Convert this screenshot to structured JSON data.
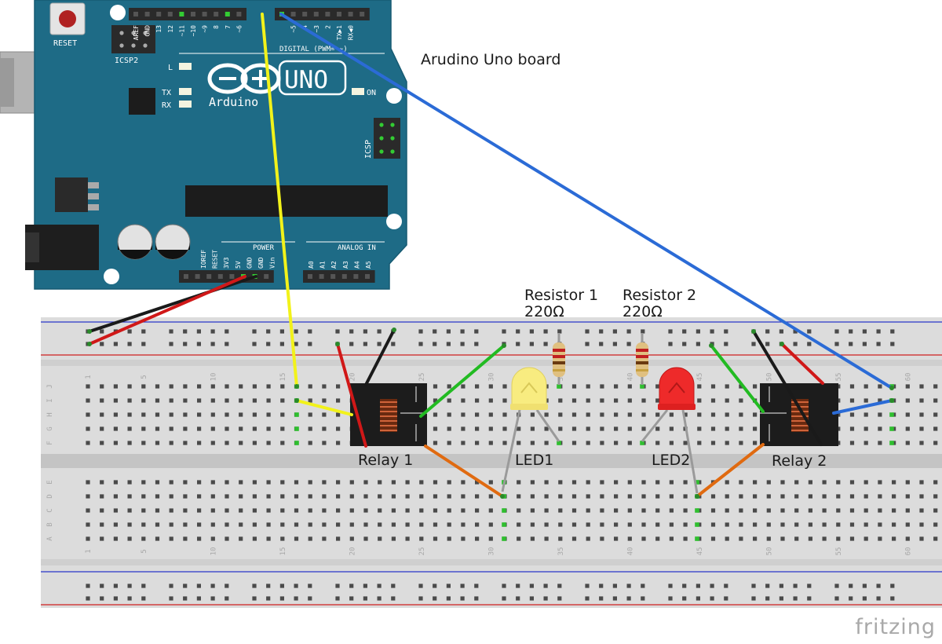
{
  "labels": {
    "board": "Arudino Uno board",
    "resistor1": {
      "name": "Resistor 1",
      "value": "220Ω"
    },
    "resistor2": {
      "name": "Resistor 2",
      "value": "220Ω"
    },
    "relay1": "Relay 1",
    "relay2": "Relay 2",
    "led1": "LED1",
    "led2": "LED2"
  },
  "board_text": {
    "reset": "RESET",
    "icsp2": "ICSP2",
    "icsp": "ICSP",
    "l": "L",
    "tx": "TX",
    "rx": "RX",
    "on": "ON",
    "uno": "UNO",
    "arduino": "Arduino",
    "digital": "DIGITAL (PWM= ~)",
    "power": "POWER",
    "analog": "ANALOG IN",
    "digital_pins": [
      "AREF",
      "GND",
      "13",
      "12",
      "~11",
      "~10",
      "~9",
      "8",
      "7",
      "~6",
      "~5",
      "4",
      "~3",
      "2",
      "TX▶1",
      "RX◀0"
    ],
    "power_pins": [
      "IOREF",
      "RESET",
      "3V3",
      "5V",
      "GND",
      "GND",
      "Vin"
    ],
    "analog_pins": [
      "A0",
      "A1",
      "A2",
      "A3",
      "A4",
      "A5"
    ]
  },
  "breadboard": {
    "column_numbers": [
      "1",
      "5",
      "10",
      "15",
      "20",
      "25",
      "30",
      "35",
      "40",
      "45",
      "50",
      "55",
      "60"
    ],
    "upper_rows": [
      "J",
      "I",
      "H",
      "G",
      "F"
    ],
    "lower_rows": [
      "E",
      "D",
      "C",
      "B",
      "A"
    ]
  },
  "colors": {
    "board": "#1e6b86",
    "breadboard": "#dcdcdc",
    "wire_yellow": "#f2f21a",
    "wire_blue": "#2b6bd6",
    "wire_red": "#d01818",
    "wire_black": "#1a1a1a",
    "wire_green": "#22bb22",
    "wire_orange": "#e06a10",
    "led_yellow": "#f8ec80",
    "led_red": "#ee2a2a"
  },
  "watermark": "fritzing"
}
